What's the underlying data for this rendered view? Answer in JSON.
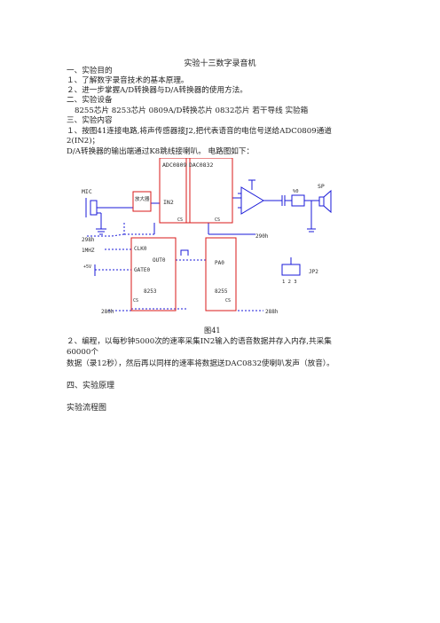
{
  "doc": {
    "title": "实验十三数字录音机",
    "lines": [
      "一、实验目的",
      "１、了解数字录音技术的基本原理。",
      "２、进一步掌握A/D转换器与D/A转换器的使用方法。",
      "二、实验设备",
      "8255芯片   8253芯片   0809A/D转换芯片   0832芯片   若干导线   实验箱",
      "三、实验内容",
      "１、按图41连接电路,将声传感器接J2,把代表语音的电信号送给ADC0809通道",
      "2(IN2)；",
      "D/A转换器的输出端通过K8跳线接喇叭。  电路图如下："
    ],
    "figure_caption": "图41",
    "after": [
      "２、编程，以每秒钟5000次的速率采集IN2输入的语音数据并存入内存,共采集",
      "60000个",
      "数据（录12秒），然后再以同样的速率将数据送DAC0832使喇叭发声（放音）。",
      "四、实验原理",
      "实验流程图"
    ]
  },
  "circuit": {
    "mic": "MIC",
    "amp": "放大器",
    "adc": "ADC0809",
    "in2": "IN2",
    "dac": "DAC0832",
    "pot": "%0",
    "sp": "SP",
    "cs": "CS",
    "addr_298": "298h",
    "addr_290": "290h",
    "addr_280": "280h",
    "addr_288": "288h",
    "clk": "1MHZ",
    "clk0": "CLK0",
    "out0": "OUT0",
    "gate0": "GATE0",
    "vcc": "+5V",
    "chip_8253": "8253",
    "chip_8255": "8255",
    "pa0": "PA0",
    "jp2": "JP2",
    "jp_pins": "1 2 3"
  },
  "colors": {
    "wire": "#1a1ad8",
    "box": "#d81a1a",
    "text_dark": "#222222"
  }
}
